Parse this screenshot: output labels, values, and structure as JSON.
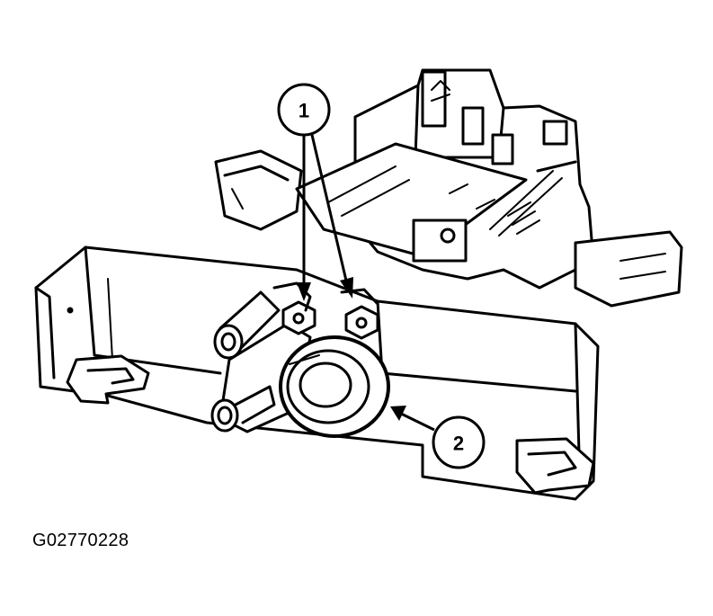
{
  "callouts": [
    {
      "label": "1"
    },
    {
      "label": "2"
    }
  ],
  "figure_id": "G02770228",
  "colors": {
    "ink": "#000000",
    "paper": "#ffffff"
  }
}
